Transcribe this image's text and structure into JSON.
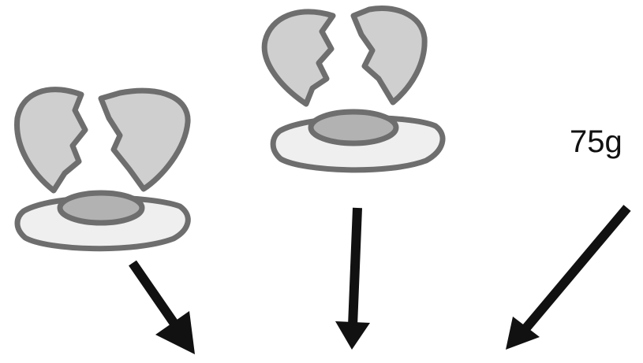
{
  "diagram": {
    "weight_label": "75g",
    "items": [
      {
        "name": "cracked-egg-1",
        "type": "cracked egg"
      },
      {
        "name": "cracked-egg-2",
        "type": "cracked egg"
      },
      {
        "name": "weight-label",
        "type": "text"
      }
    ],
    "colors": {
      "shell": "#cfcfcf",
      "outline": "#6e6e6e",
      "egg_white": "#efefef",
      "yolk": "#b2b2b2",
      "arrow": "#111111"
    }
  }
}
